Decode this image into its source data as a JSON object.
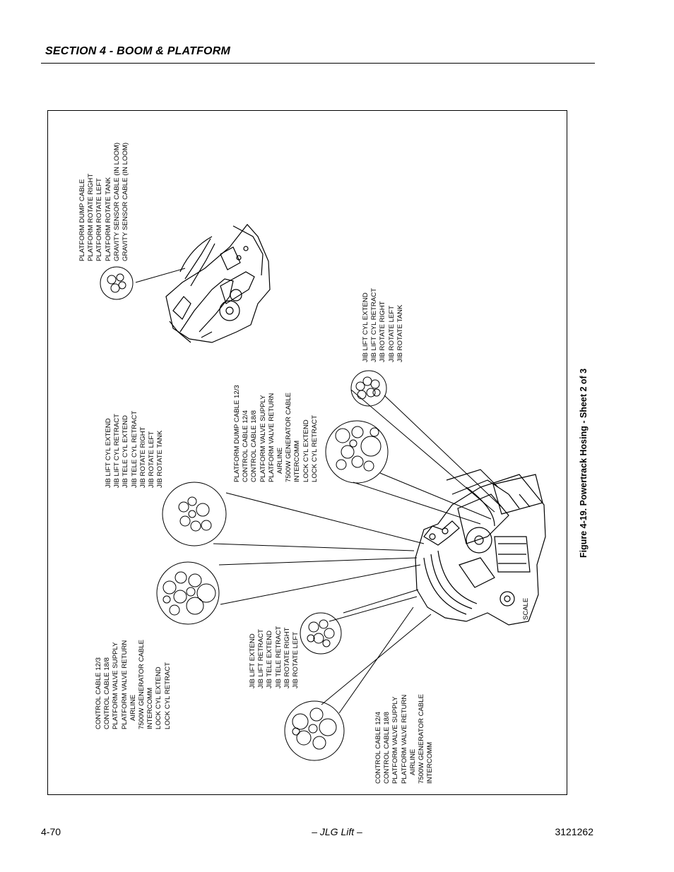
{
  "header": {
    "section_title": "SECTION 4 - BOOM & PLATFORM"
  },
  "figure": {
    "caption": "Figure 4-19.  Powertrack Hosing - Sheet 2 of 3",
    "scale_label": "SCALE",
    "groups": [
      {
        "id": "upper",
        "lines": [
          "PLATFORM DUMP CABLE",
          "PLATFORM ROTATE RIGHT",
          "PLATFORM ROTATE LEFT",
          "PLATFORM ROTATE TANK",
          "GRAVITY SENSOR CABLE (IN LOOM)",
          "GRAVITY SENSOR CABLE (IN LOOM)"
        ]
      },
      {
        "id": "jib-rotate",
        "lines": [
          "JIB LIFT CYL EXTEND",
          "JIB LIFT CYL RETRACT",
          "JIB ROTATE RIGHT",
          "JIB ROTATE LEFT",
          "JIB ROTATE TANK"
        ]
      },
      {
        "id": "platform-dump",
        "lines": [
          "PLATFORM DUMP CABLE 12/3",
          "CONTROL CABLE 12/4",
          "CONTROL CABLE 18/8",
          "PLATFORM VALVE SUPPLY",
          "PLATFORM VALVE RETURN",
          "AIRLINE",
          "7500W GENERATOR CABLE",
          "INTERCOMM",
          "LOCK CYL EXTEND",
          "LOCK CYL RETRACT"
        ]
      },
      {
        "id": "jib-tele",
        "lines": [
          "JIB LIFT CYL EXTEND",
          "JIB LIFT CYL RETRACT",
          "JIB TELE CYL EXTEND",
          "JIB TELE CYL RETRACT",
          "JIB ROTATE RIGHT",
          "JIB ROTATE LEFT",
          "JIB ROTATE TANK"
        ]
      },
      {
        "id": "control-cable-12-3",
        "lines": [
          "CONTROL CABLE 12/3",
          "CONTROL CABLE 18/8",
          "PLATFORM VALVE SUPPLY",
          "PLATFORM VALVE RETURN",
          "AIRLINE",
          "7500W GENERATOR CABLE",
          "INTERCOMM",
          "LOCK CYL EXTEND",
          "LOCK CYL RETRACT"
        ]
      },
      {
        "id": "jib-lift",
        "lines": [
          "JIB LIFT EXTEND",
          "JIB LIFT RETRACT",
          "JIB TELE EXTEND",
          "JIB TELE RETRACT",
          "JIB ROTATE RIGHT",
          "JIB ROTATE LEFT"
        ]
      },
      {
        "id": "control-cable-12-4",
        "lines": [
          "CONTROL CABLE 12/4",
          "CONTROL CABLE 18/8",
          "PLATFORM VALVE SUPPLY",
          "PLATFORM VALVE RETURN",
          "AIRLINE",
          "7500W GENERATOR CABLE",
          "INTERCOMM"
        ]
      }
    ]
  },
  "footer": {
    "page_number": "4-70",
    "brand": "– JLG Lift –",
    "doc_number": "3121262"
  }
}
